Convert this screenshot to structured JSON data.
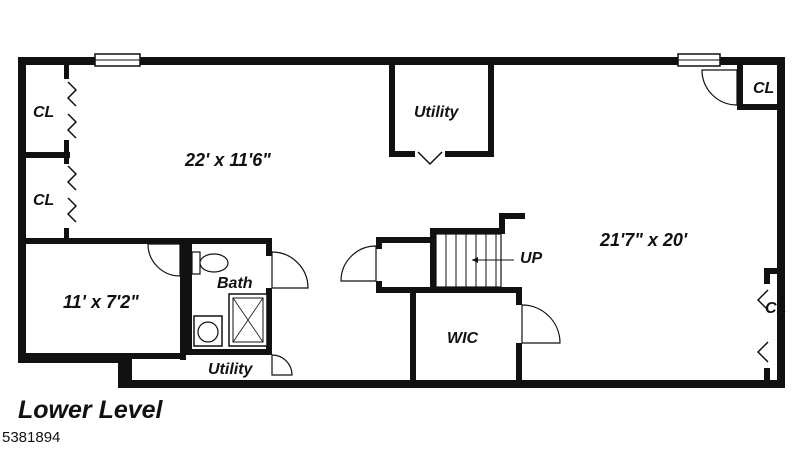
{
  "rooms": {
    "main_room": "22' x 11'6\"",
    "large_room": "21'7\" x 20'",
    "small_room": "11' x 7'2\"",
    "bath": "Bath",
    "utility_top": "Utility",
    "utility_bottom": "Utility",
    "wic": "WIC",
    "closet_1": "CL",
    "closet_2": "CL",
    "closet_3": "CL",
    "closet_4": "CL",
    "stairs": "UP"
  },
  "caption": "Lower Level",
  "listing_id": "5381894",
  "colors": {
    "wall": "#111111",
    "background": "#ffffff"
  }
}
